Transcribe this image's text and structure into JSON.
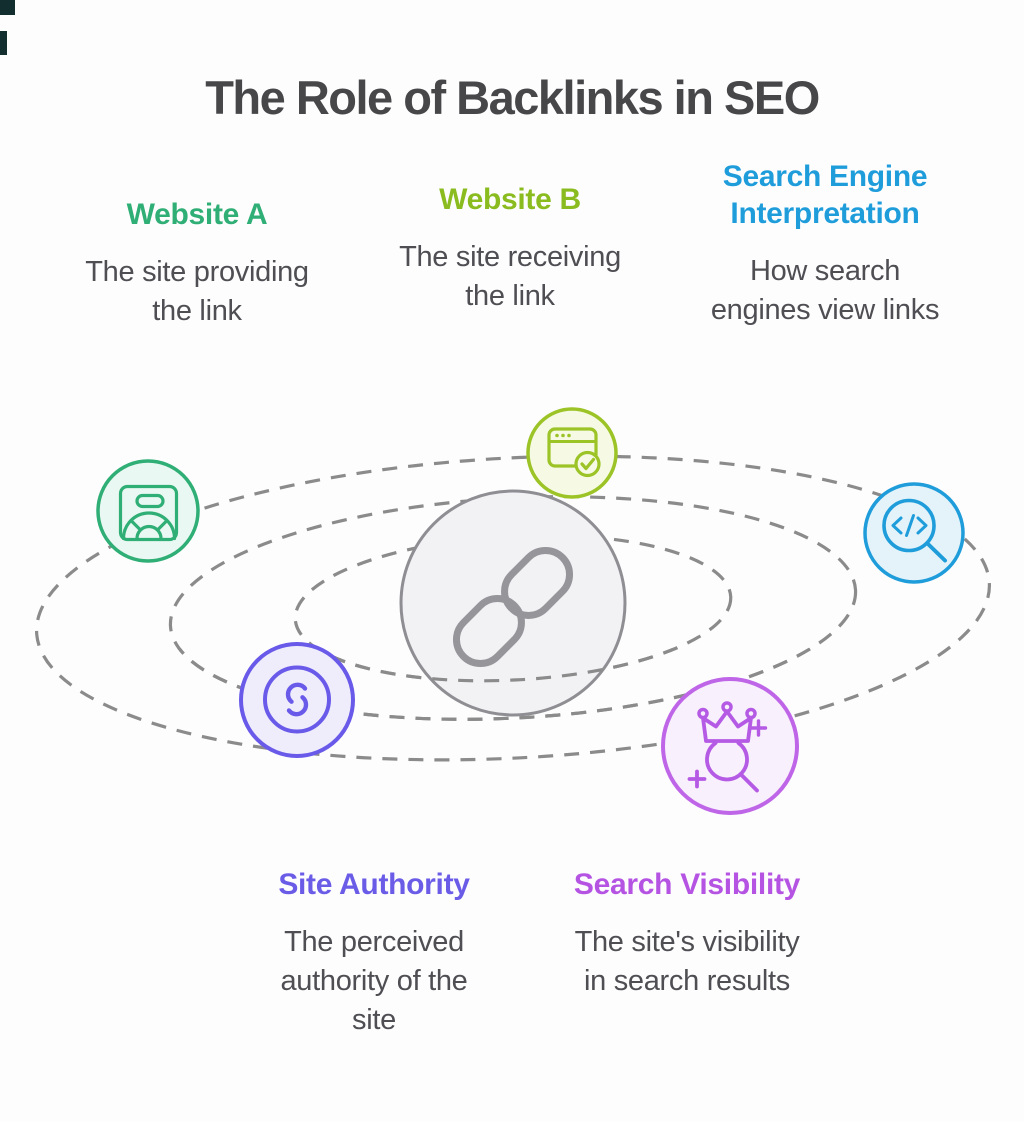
{
  "title": "The Role of Backlinks in SEO",
  "columns_top": [
    {
      "heading": "Website A",
      "heading_color": "#2fae75",
      "description": "The site providing\nthe link"
    },
    {
      "heading": "Website B",
      "heading_color": "#8abc20",
      "description": "The site receiving\nthe link"
    },
    {
      "heading": "Search Engine\nInterpretation",
      "heading_color": "#1f9ddb",
      "description": "How search\nengines view links"
    }
  ],
  "columns_bottom": [
    {
      "heading": "Site Authority",
      "heading_color": "#6b5ce8",
      "description": "The perceived\nauthority of the\nsite"
    },
    {
      "heading": "Search Visibility",
      "heading_color": "#b554e3",
      "description": "The site's visibility\nin search results"
    }
  ],
  "diagram": {
    "orbits": {
      "count": 3,
      "line_style": "dashed",
      "color": "#8b8b8b"
    },
    "center_hub": {
      "icon": "chain-link-icon",
      "fill": "#f2f1f4",
      "stroke": "#8e8e93"
    },
    "satellites": [
      {
        "icon": "site-gauge-icon",
        "accent": "#2fae75",
        "fill": "#e9f8f2"
      },
      {
        "icon": "browser-check-icon",
        "accent": "#9cc427",
        "fill": "#f6fae4"
      },
      {
        "icon": "code-search-icon",
        "accent": "#1f9ddb",
        "fill": "#e4f3fa"
      },
      {
        "icon": "authority-rings-icon",
        "accent": "#6a5ae9",
        "fill": "#efedfb"
      },
      {
        "icon": "crown-search-icon",
        "accent": "#bf66e8",
        "fill": "#f8f0fc"
      }
    ]
  },
  "text_color_body": "#4e4e53",
  "title_color": "#47474a",
  "background": "#fdfdfe"
}
